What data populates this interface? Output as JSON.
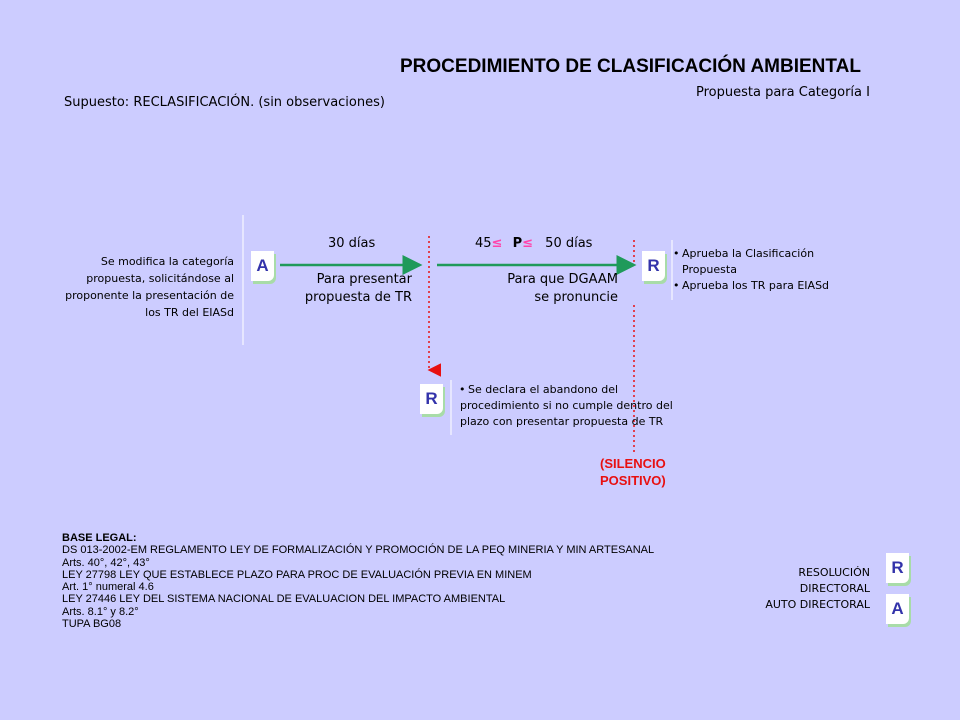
{
  "title": "PROCEDIMIENTO DE CLASIFICACIÓN AMBIENTAL",
  "subtitle": "Propuesta para Categoría I",
  "supuesto": "Supuesto: RECLASIFICACIÓN. (sin observaciones)",
  "left_note": [
    "Se modifica la categoría",
    "propuesta, solicitándose al",
    "proponente  la presentación de",
    "los TR del EIASd"
  ],
  "badges": {
    "a_main": "A",
    "r_right": "R",
    "r_bottom": "R",
    "r_legend": "R",
    "a_legend": "A"
  },
  "step1": {
    "days": "30 días",
    "desc": [
      "Para presentar",
      "propuesta de TR"
    ]
  },
  "step2": {
    "lower": "45",
    "le1": "≤",
    "p": "P",
    "le2": "≤",
    "upper": "50 días",
    "desc": [
      "Para que DGAAM",
      "se pronuncie"
    ]
  },
  "right_bullets": [
    "Aprueba la Clasificación Propuesta",
    "Aprueba los TR para EIASd"
  ],
  "bottom_bullet": [
    "Se declara el abandono del",
    "procedimiento si no cumple dentro del",
    "plazo con presentar propuesta de TR"
  ],
  "silencio": [
    "(SILENCIO",
    "POSITIVO)"
  ],
  "legal": {
    "heading": "BASE LEGAL:",
    "lines": [
      "DS 013-2002-EM REGLAMENTO LEY DE FORMALIZACIÓN Y PROMOCIÓN DE LA PEQ MINERIA Y MIN ARTESANAL",
      "Arts. 40°, 42°, 43°",
      "LEY 27798 LEY QUE ESTABLECE PLAZO PARA PROC DE EVALUACIÓN PREVIA EN MINEM",
      "Art. 1° numeral 4.6",
      "LEY 27446 LEY DEL SISTEMA NACIONAL DE EVALUACION DEL IMPACTO AMBIENTAL",
      "Arts. 8.1° y 8.2°",
      "TUPA BG08"
    ]
  },
  "legend": [
    "RESOLUCIÓN",
    "DIRECTORAL",
    "AUTO DIRECTORAL"
  ],
  "colors": {
    "background": "#ccccff",
    "arrow": "#1f9a5a",
    "dotted": "#e81010",
    "badge_text": "#3333aa",
    "le_symbol": "#ff44aa"
  }
}
